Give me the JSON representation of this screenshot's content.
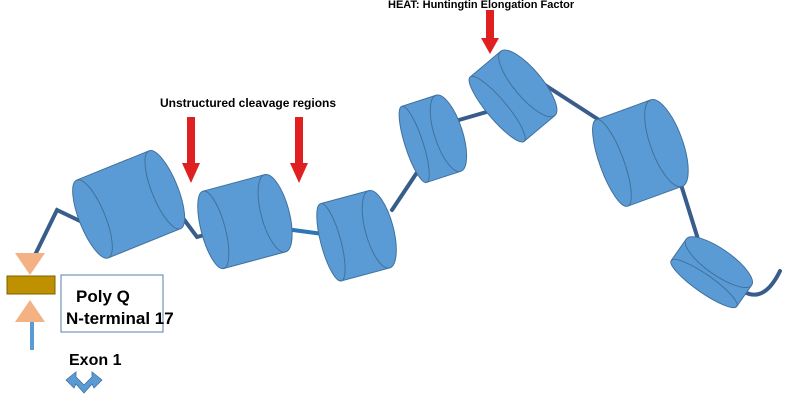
{
  "labels": {
    "heat": "HEAT: Huntingtin Elongation Factor",
    "cleavage": "Unstructured cleavage regions",
    "polyq_line1": "Poly Q",
    "polyq_line2": "N-terminal 17",
    "exon": "Exon 1"
  },
  "colors": {
    "cylinder_fill": "#5b9bd5",
    "cylinder_stroke": "#41719c",
    "linker": "#385d8a",
    "arrow": "#e02020",
    "hourglass": "#f4b183",
    "bar": "#bf9000",
    "box_stroke": "#5b7fa6"
  },
  "icons": {
    "exon_arrow": "bidirectional-arrow-icon"
  }
}
